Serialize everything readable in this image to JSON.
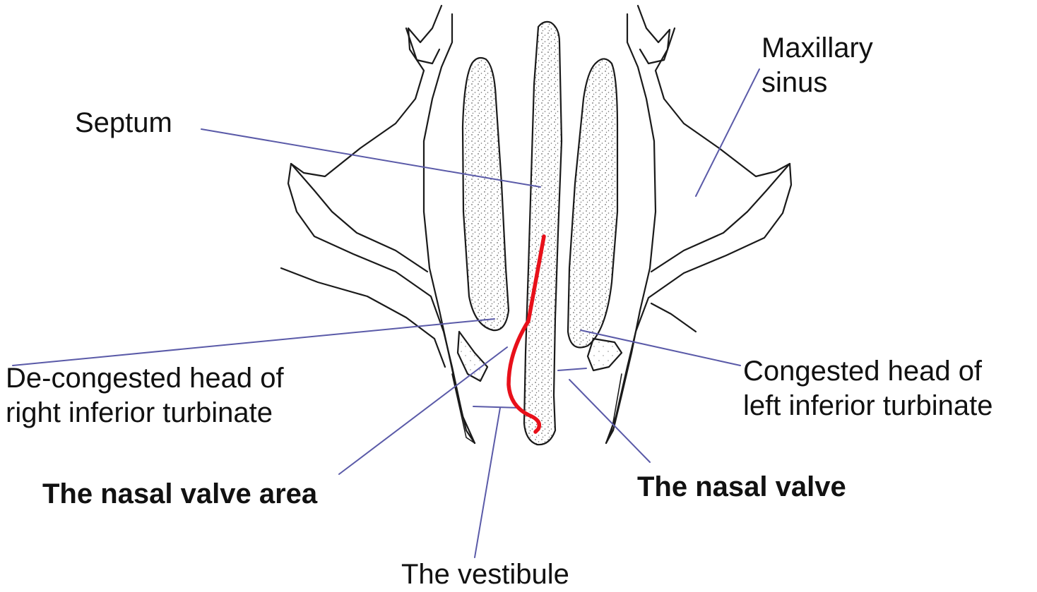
{
  "labels": {
    "maxillary_sinus": [
      "Maxillary",
      "sinus"
    ],
    "septum": "Septum",
    "decongested_head": [
      "De-congested head of",
      "right inferior turbinate"
    ],
    "congested_head": [
      "Congested head of",
      "left inferior turbinate"
    ],
    "nasal_valve_area": "The nasal valve area",
    "nasal_valve": "The nasal valve",
    "vestibule": "The vestibule"
  },
  "colors": {
    "leader_line": "#5a5aa8",
    "airflow_path": "#e8101a",
    "drawing_ink": "#1a1a1a",
    "stipple": "#6b6b6b"
  }
}
